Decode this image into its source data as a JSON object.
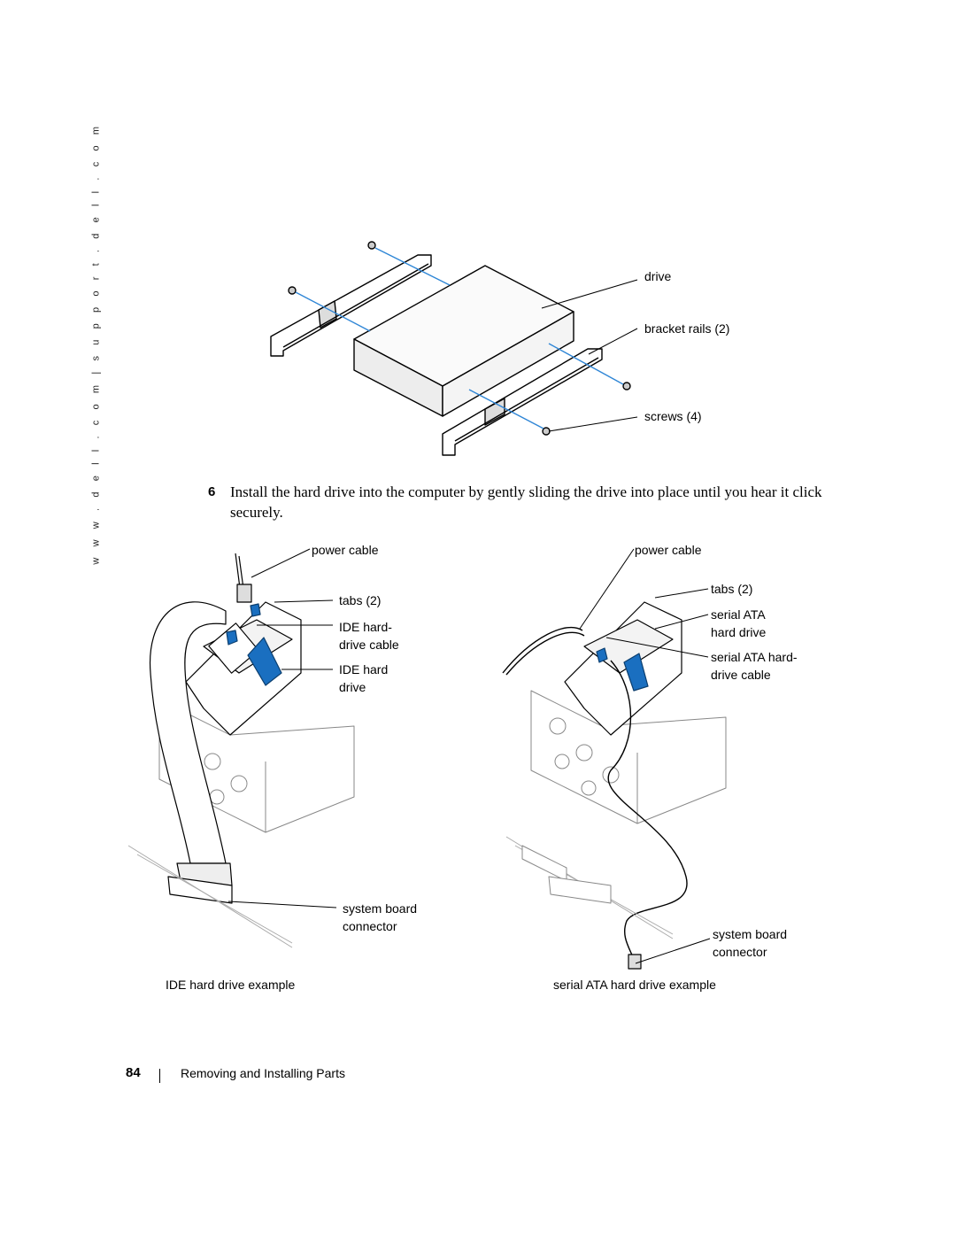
{
  "sidebar": {
    "url": "w w w . d e l l . c o m  |  s u p p o r t . d e l l . c o m"
  },
  "figure1": {
    "labels": {
      "drive": "drive",
      "rails": "bracket rails (2)",
      "screws": "screws (4)"
    }
  },
  "step": {
    "number": "6",
    "text": "Install the hard drive into the computer by gently sliding the drive into place until you hear it click securely."
  },
  "figure_ide": {
    "power_cable": "power cable",
    "tabs": "tabs (2)",
    "ide_cable_1": "IDE hard-",
    "ide_cable_2": "drive cable",
    "ide_drive_1": "IDE hard",
    "ide_drive_2": "drive",
    "connector_1": "system board",
    "connector_2": "connector",
    "caption": "IDE hard drive example"
  },
  "figure_sata": {
    "power_cable": "power cable",
    "tabs": "tabs (2)",
    "sata_drive_1": "serial ATA",
    "sata_drive_2": "hard drive",
    "sata_cable_1": "serial ATA hard-",
    "sata_cable_2": "drive cable",
    "connector_1": "system board",
    "connector_2": "connector",
    "caption": "serial ATA hard drive example"
  },
  "footer": {
    "page_number": "84",
    "section": "Removing and Installing Parts"
  },
  "colors": {
    "arrow_blue": "#1a6fc0",
    "guide_blue": "#2f86d6",
    "drive_face": "#efefef"
  }
}
